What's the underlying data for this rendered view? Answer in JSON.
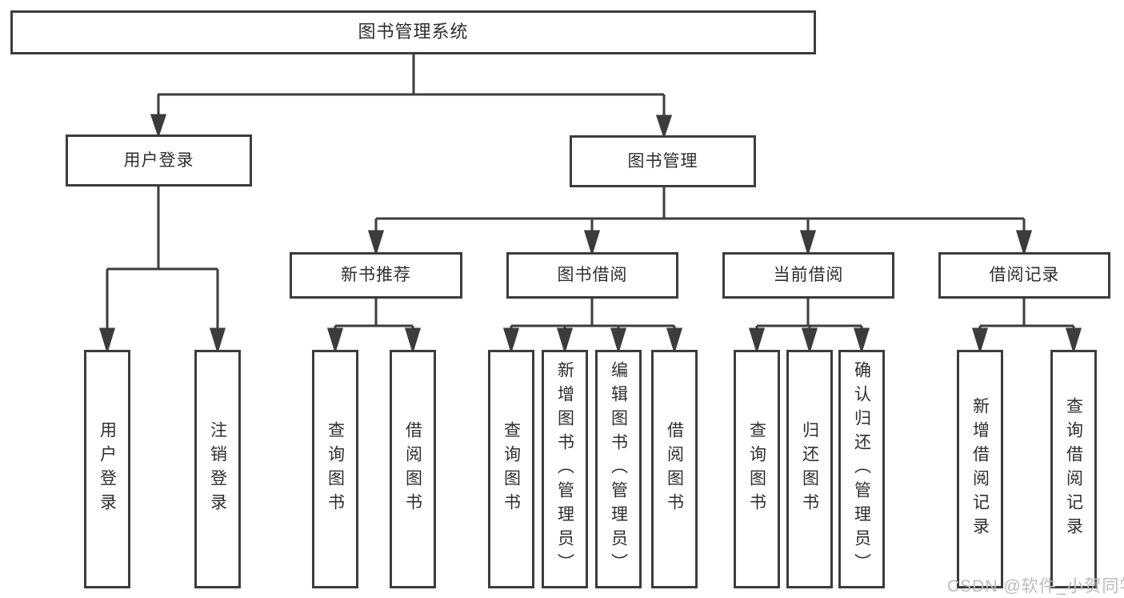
{
  "diagram": {
    "title": "图书管理系统",
    "user_branch": {
      "label": "用户登录",
      "children": [
        "用户登录",
        "注销登录"
      ]
    },
    "book_branch": {
      "label": "图书管理",
      "sections": [
        {
          "label": "新书推荐",
          "children": [
            "查询图书",
            "借阅图书"
          ]
        },
        {
          "label": "图书借阅",
          "children": [
            "查询图书",
            "新增图书（管理员）",
            "编辑图书（管理员）",
            "借阅图书"
          ]
        },
        {
          "label": "当前借阅",
          "children": [
            "查询图书",
            "归还图书",
            "确认归还（管理员）"
          ]
        },
        {
          "label": "借阅记录",
          "children": [
            "新增借阅记录",
            "查询借阅记录"
          ]
        }
      ]
    }
  },
  "watermark": "CSDN @软件_小贺同学",
  "colors": {
    "line": "#3c3c3c",
    "text": "#2e2e2e",
    "watermark": "#bcbcbc",
    "background": "#ffffff"
  }
}
